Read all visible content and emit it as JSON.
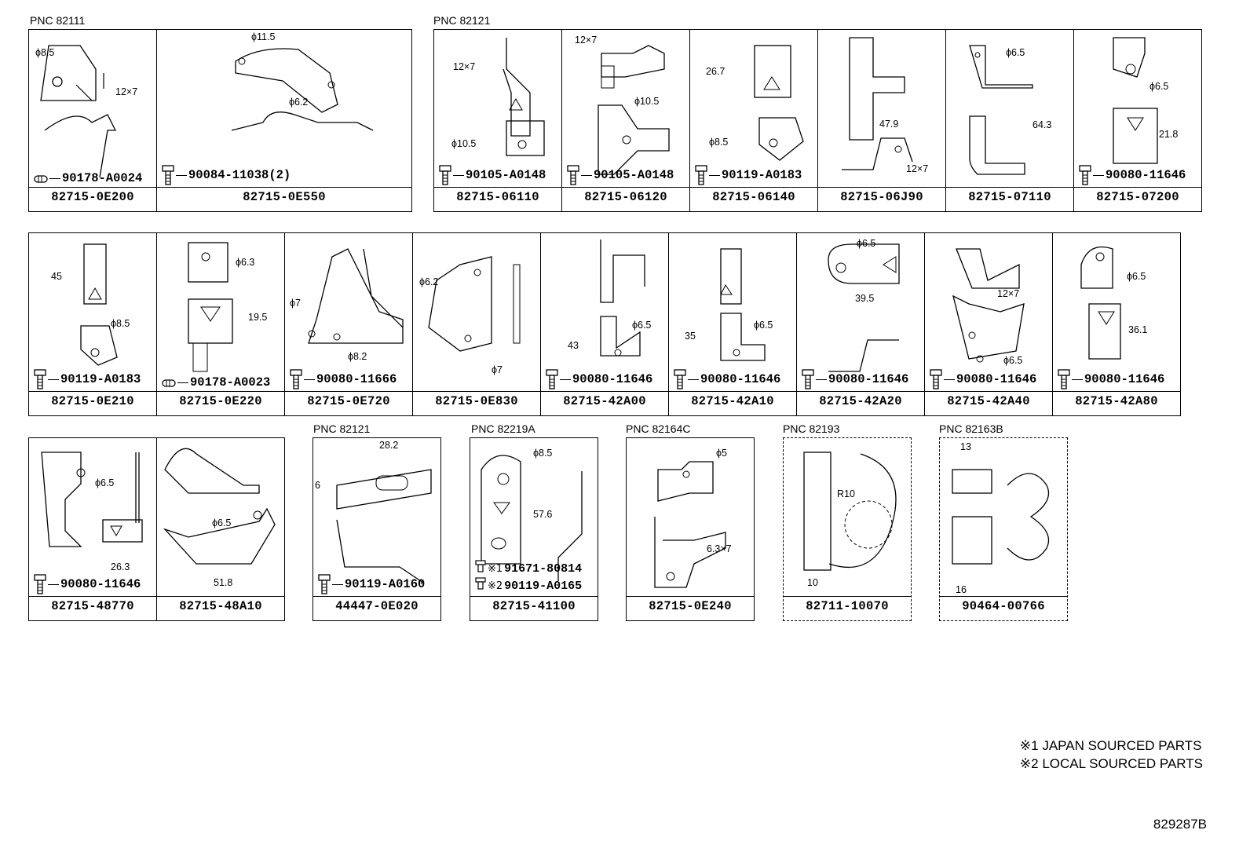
{
  "pnc_labels": [
    {
      "id": "p1",
      "text": "PNC 82111"
    },
    {
      "id": "p2",
      "text": "PNC 82121"
    },
    {
      "id": "p3",
      "text": "PNC 82121"
    },
    {
      "id": "p4",
      "text": "PNC 82219A"
    },
    {
      "id": "p5",
      "text": "PNC 82164C"
    },
    {
      "id": "p6",
      "text": "PNC 82193"
    },
    {
      "id": "p7",
      "text": "PNC 82163B"
    }
  ],
  "parts": [
    {
      "part_no": "82715-0E200",
      "fastener": "90178-A0024",
      "fastener_type": "clip",
      "dims": [
        "ϕ8.5",
        "12×7"
      ]
    },
    {
      "part_no": "82715-0E550",
      "fastener": "90084-11038(2)",
      "fastener_type": "bolt",
      "dims": [
        "ϕ11.5",
        "ϕ6.2"
      ]
    },
    {
      "part_no": "82715-06110",
      "fastener": "90105-A0148",
      "fastener_type": "bolt",
      "dims": [
        "12×7",
        "ϕ10.5"
      ]
    },
    {
      "part_no": "82715-06120",
      "fastener": "90105-A0148",
      "fastener_type": "bolt",
      "dims": [
        "12×7",
        "ϕ10.5"
      ]
    },
    {
      "part_no": "82715-06140",
      "fastener": "90119-A0183",
      "fastener_type": "bolt",
      "dims": [
        "26.7",
        "ϕ8.5"
      ]
    },
    {
      "part_no": "82715-06J90",
      "fastener": "",
      "fastener_type": "none",
      "dims": [
        "47.9",
        "12×7"
      ]
    },
    {
      "part_no": "82715-07110",
      "fastener": "",
      "fastener_type": "none",
      "dims": [
        "ϕ6.5",
        "64.3"
      ]
    },
    {
      "part_no": "82715-07200",
      "fastener": "90080-11646",
      "fastener_type": "bolt",
      "dims": [
        "ϕ6.5",
        "21.8"
      ]
    },
    {
      "part_no": "82715-0E210",
      "fastener": "90119-A0183",
      "fastener_type": "bolt",
      "dims": [
        "45",
        "ϕ8.5"
      ]
    },
    {
      "part_no": "82715-0E220",
      "fastener": "90178-A0023",
      "fastener_type": "clip",
      "dims": [
        "ϕ6.3",
        "19.5"
      ]
    },
    {
      "part_no": "82715-0E720",
      "fastener": "90080-11666",
      "fastener_type": "bolt",
      "dims": [
        "ϕ7",
        "ϕ8.2"
      ]
    },
    {
      "part_no": "82715-0E830",
      "fastener": "",
      "fastener_type": "none",
      "dims": [
        "ϕ6.2",
        "ϕ7"
      ]
    },
    {
      "part_no": "82715-42A00",
      "fastener": "90080-11646",
      "fastener_type": "bolt",
      "dims": [
        "43",
        "ϕ6.5"
      ]
    },
    {
      "part_no": "82715-42A10",
      "fastener": "90080-11646",
      "fastener_type": "bolt",
      "dims": [
        "35",
        "ϕ6.5"
      ]
    },
    {
      "part_no": "82715-42A20",
      "fastener": "90080-11646",
      "fastener_type": "bolt",
      "dims": [
        "ϕ6.5",
        "39.5"
      ]
    },
    {
      "part_no": "82715-42A40",
      "fastener": "90080-11646",
      "fastener_type": "bolt",
      "dims": [
        "12×7",
        "ϕ6.5"
      ]
    },
    {
      "part_no": "82715-42A80",
      "fastener": "90080-11646",
      "fastener_type": "bolt",
      "dims": [
        "ϕ6.5",
        "36.1"
      ]
    },
    {
      "part_no": "82715-48770",
      "fastener": "90080-11646",
      "fastener_type": "bolt",
      "dims": [
        "ϕ6.5",
        "26.3"
      ]
    },
    {
      "part_no": "82715-48A10",
      "fastener": "",
      "fastener_type": "none",
      "dims": [
        "ϕ6.5",
        "51.8"
      ]
    },
    {
      "part_no": "44447-0E020",
      "fastener": "90119-A0160",
      "fastener_type": "bolt",
      "dims": [
        "28.2",
        "6"
      ]
    },
    {
      "part_no": "82715-41100",
      "fastener": "",
      "fastener_type": "dual",
      "dims": [
        "ϕ8.5",
        "57.6"
      ],
      "dual": [
        {
          "mark": "※1",
          "num": "91671-80814"
        },
        {
          "mark": "※2",
          "num": "90119-A0165"
        }
      ]
    },
    {
      "part_no": "82715-0E240",
      "fastener": "",
      "fastener_type": "none",
      "dims": [
        "ϕ5",
        "6.3×7"
      ]
    },
    {
      "part_no": "82711-10070",
      "fastener": "",
      "fastener_type": "none",
      "dims": [
        "R10",
        "10"
      ]
    },
    {
      "part_no": "90464-00766",
      "fastener": "",
      "fastener_type": "none",
      "dims": [
        "13",
        "16"
      ]
    }
  ],
  "notes": [
    "※1 JAPAN SOURCED PARTS",
    "※2 LOCAL SOURCED PARTS"
  ],
  "reference_code": "829287B"
}
